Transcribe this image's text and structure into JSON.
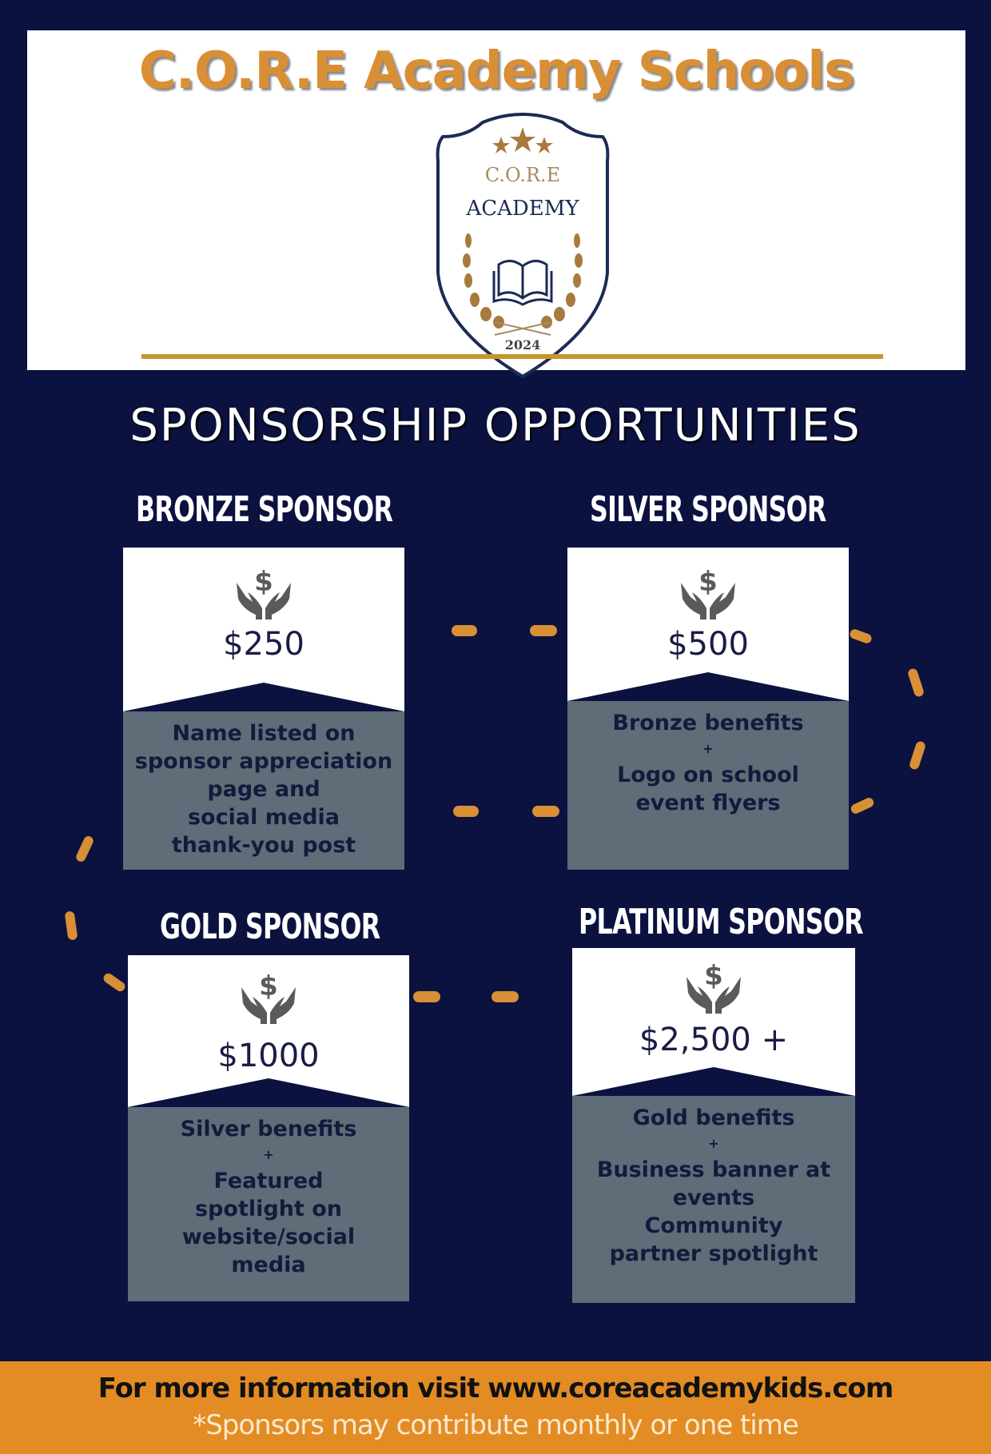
{
  "header": {
    "title": "C.O.R.E Academy Schools",
    "crest": {
      "line1": "C.O.R.E",
      "line2": "ACADEMY",
      "year": "2024",
      "icons": [
        "star-icon",
        "open-book-icon",
        "laurel-wreath-icon"
      ]
    }
  },
  "section_title": "SPONSORSHIP OPPORTUNITIES",
  "tiers": [
    {
      "name": "BRONZE SPONSOR",
      "price": "$250",
      "icon": "money-hands-icon",
      "benefits": [
        "Name listed on",
        "sponsor appreciation",
        "page and",
        "social media",
        "thank-you post"
      ]
    },
    {
      "name": "SILVER SPONSOR",
      "price": "$500",
      "icon": "money-hands-icon",
      "benefits_prefix": "Bronze benefits",
      "plus": "+",
      "benefits": [
        "Logo on school",
        "event flyers"
      ]
    },
    {
      "name": "GOLD SPONSOR",
      "price": "$1000",
      "icon": "money-hands-icon",
      "benefits_prefix": "Silver benefits",
      "plus": "+",
      "benefits": [
        "Featured",
        "spotlight on",
        "website/social",
        "media"
      ]
    },
    {
      "name": "PLATINUM SPONSOR",
      "price": "$2,500 +",
      "icon": "money-hands-icon",
      "benefits_prefix": "Gold benefits",
      "plus": "+",
      "benefits": [
        "Business banner at",
        "events",
        "Community",
        "partner spotlight"
      ]
    }
  ],
  "footer": {
    "info": "For more information visit www.coreacademykids.com",
    "note": "*Sponsors may contribute monthly or one time"
  },
  "colors": {
    "background": "#0b1240",
    "accent_orange": "#e38c23",
    "title_orange": "#d98f35",
    "card_body": "#5e6d78",
    "gold_rule": "#c8962c"
  }
}
